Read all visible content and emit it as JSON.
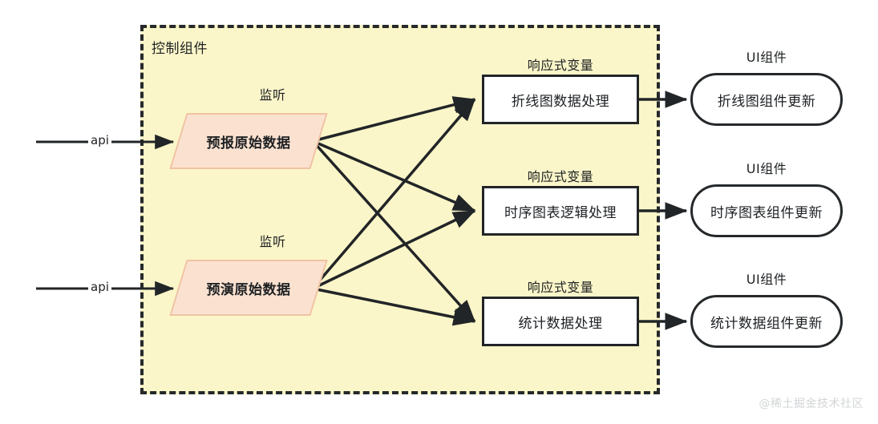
{
  "diagram": {
    "title": "控制组件",
    "background_color": "#fbf6c9",
    "border_color": "#26292b",
    "source_fill": "#fbe2d0",
    "source_border": "#f0c3a4",
    "node_border": "#222527",
    "watermark": "@稀土掘金技术社区"
  },
  "inputs": [
    {
      "label": "api"
    },
    {
      "label": "api"
    }
  ],
  "sources": [
    {
      "label": "预报原始数据",
      "caption": "监听"
    },
    {
      "label": "预演原始数据",
      "caption": "监听"
    }
  ],
  "reactive": [
    {
      "caption": "响应式变量",
      "label": "折线图数据处理"
    },
    {
      "caption": "响应式变量",
      "label": "时序图表逻辑处理"
    },
    {
      "caption": "响应式变量",
      "label": "统计数据处理"
    }
  ],
  "components": [
    {
      "caption": "UI组件",
      "label": "折线图组件更新"
    },
    {
      "caption": "UI组件",
      "label": "时序图表组件更新"
    },
    {
      "caption": "UI组件",
      "label": "统计数据组件更新"
    }
  ]
}
